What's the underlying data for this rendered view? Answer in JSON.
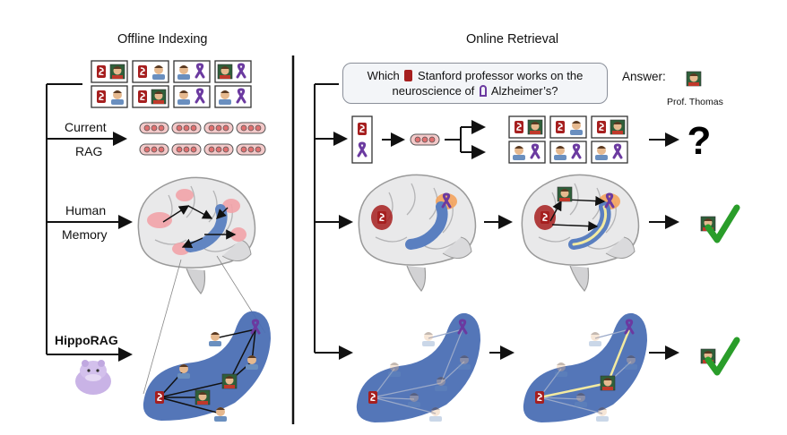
{
  "headings": {
    "offline": "Offline Indexing",
    "online": "Online Retrieval"
  },
  "labels": {
    "current_line1": "Current",
    "current_line2": "RAG",
    "human_line1": "Human",
    "human_line2": "Memory",
    "hipporag": "HippoRAG"
  },
  "query": {
    "prefix": "Which",
    "mid1": "Stanford professor works on the",
    "line2a": "neuroscience of",
    "line2b": "Alzheimer’s?"
  },
  "answer": {
    "label": "Answer:",
    "name": "Prof. Thomas"
  },
  "outcomes": {
    "current_rag": "?"
  },
  "colors": {
    "stanford_red": "#a61f1f",
    "ribbon_purple": "#6b3aa0",
    "memory_blue": "#5a7fc0",
    "brain_pink": "#f2a3a8",
    "brain_orange": "#f4a35c",
    "check_green": "#2a9d2a",
    "path_yellow": "#f3eaa0"
  },
  "icons": [
    "stanford-logo-icon",
    "purple-ribbon-icon",
    "person-icon",
    "brain-icon",
    "hippo-icon",
    "question-mark-icon",
    "check-mark-icon",
    "vector-embedding-icon"
  ]
}
